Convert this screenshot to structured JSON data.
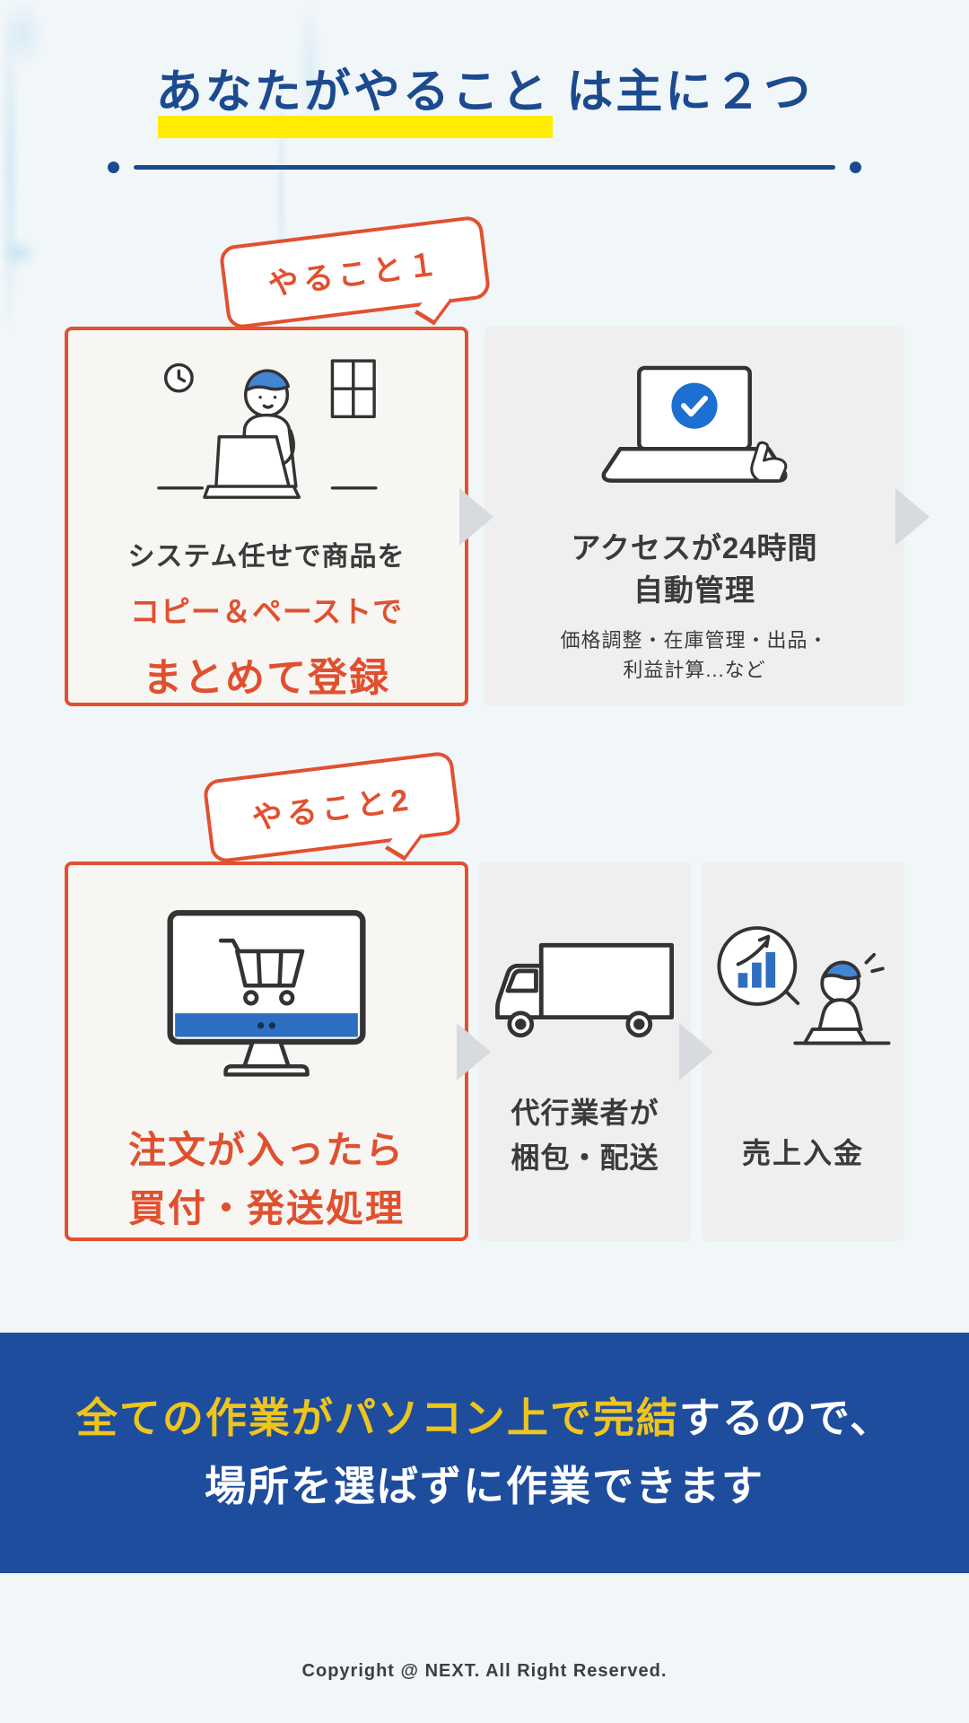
{
  "header": {
    "title_highlight": "あなたがやること",
    "title_rest": " は主に２つ"
  },
  "step1": {
    "badge": "やること１",
    "main_card": {
      "line1": "システム任せで商品を",
      "line2": "コピー＆ペーストで",
      "line3": "まとめて登録"
    },
    "result_card": {
      "title_line1": "アクセスが24時間",
      "title_line2": "自動管理",
      "sub_line1": "価格調整・在庫管理・出品・",
      "sub_line2": "利益計算...など"
    }
  },
  "step2": {
    "badge": "やること2",
    "main_card": {
      "line1": "注文が入ったら",
      "line2": "買付・発送処理"
    },
    "result_card1": {
      "line1": "代行業者が",
      "line2": "梱包・配送"
    },
    "result_card2": {
      "line1": "売上入金"
    }
  },
  "banner": {
    "line1_highlight": "全ての作業がパソコン上で完結",
    "line1_rest": "するので、",
    "line2": "場所を選ばずに作業できます"
  },
  "footer": {
    "copyright": "Copyright @ NEXT. All Right Reserved."
  },
  "colors": {
    "accent_orange": "#e2502f",
    "title_navy": "#1b4a8f",
    "highlight_yellow": "#ffec00",
    "banner_blue": "#1e4d9e",
    "banner_yellow": "#eec51d",
    "arrow_gray": "#d7dade",
    "check_blue": "#1d6fd1"
  }
}
